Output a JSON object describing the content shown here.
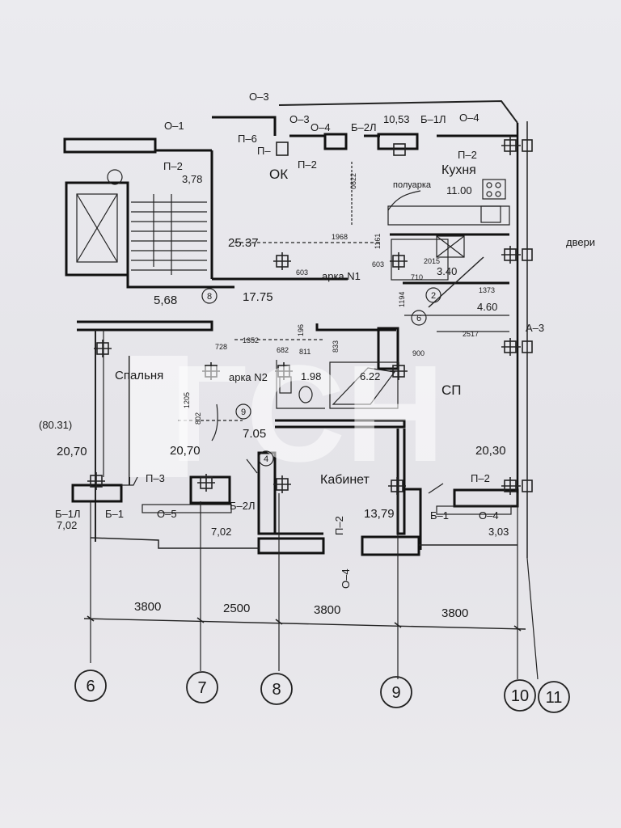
{
  "plan": {
    "labels": {
      "o1": "О–1",
      "o3_top": "О–3",
      "o3": "О–3",
      "o4_top": "О–4",
      "b2l_top": "Б–2Л",
      "dim_1053": "10,53",
      "b1l_top": "Б–1Л",
      "o4_right": "О–4",
      "p6": "П–6",
      "p_small": "П–",
      "p2_ok": "П–2",
      "p2_stair": "П–2",
      "p2_kitchen": "П–2",
      "dveri": "двери",
      "a3": "А–3",
      "p3": "П–3",
      "o5": "О–5",
      "b2l_bottom": "Б–2Л",
      "b1l_bottom": "Б–1Л",
      "b1_left": "Б–1",
      "b1_right": "Б–1",
      "p2_right": "П–2",
      "o4_right_bottom": "О–4",
      "p2_cabinet": "П–2",
      "o4_bottom": "О–4",
      "arka1": "арка N1",
      "arka2": "арка N2",
      "poluarka": "полуарка"
    },
    "rooms": {
      "ok": "ОК",
      "kitchen": "Кухня",
      "bedroom": "Спальня",
      "cabinet": "Кабинет",
      "sp": "СП"
    },
    "areas": {
      "stair": "3,78",
      "ok": "25.37",
      "kitchen": "11.00",
      "hall": "5,68",
      "corridor": "17.75",
      "bath": "1.98",
      "bath2": "6.22",
      "wc": "3.40",
      "room_b": "4.60",
      "bedroom": "20,70",
      "mid": "20,70",
      "hall9": "7.05",
      "sp": "20,30",
      "cabinet": "13,79",
      "balc_left": "7,02",
      "balc_mid": "7,02",
      "balc_right": "3,03",
      "total": "(80.31)"
    },
    "small_dims": [
      "1968",
      "603",
      "603",
      "710",
      "2015",
      "1373",
      "2517",
      "900",
      "1352",
      "728",
      "682",
      "811",
      "833",
      "196",
      "1194",
      "1161",
      "0822",
      "1205",
      "802"
    ],
    "circles": {
      "c8": "8",
      "c2": "2",
      "c6": "6",
      "c9": "9",
      "c4": "4"
    }
  },
  "dimensions": [
    "3800",
    "2500",
    "3800",
    "3800"
  ],
  "axes": [
    "6",
    "7",
    "8",
    "9",
    "10",
    "11"
  ],
  "watermark": "ГСН"
}
